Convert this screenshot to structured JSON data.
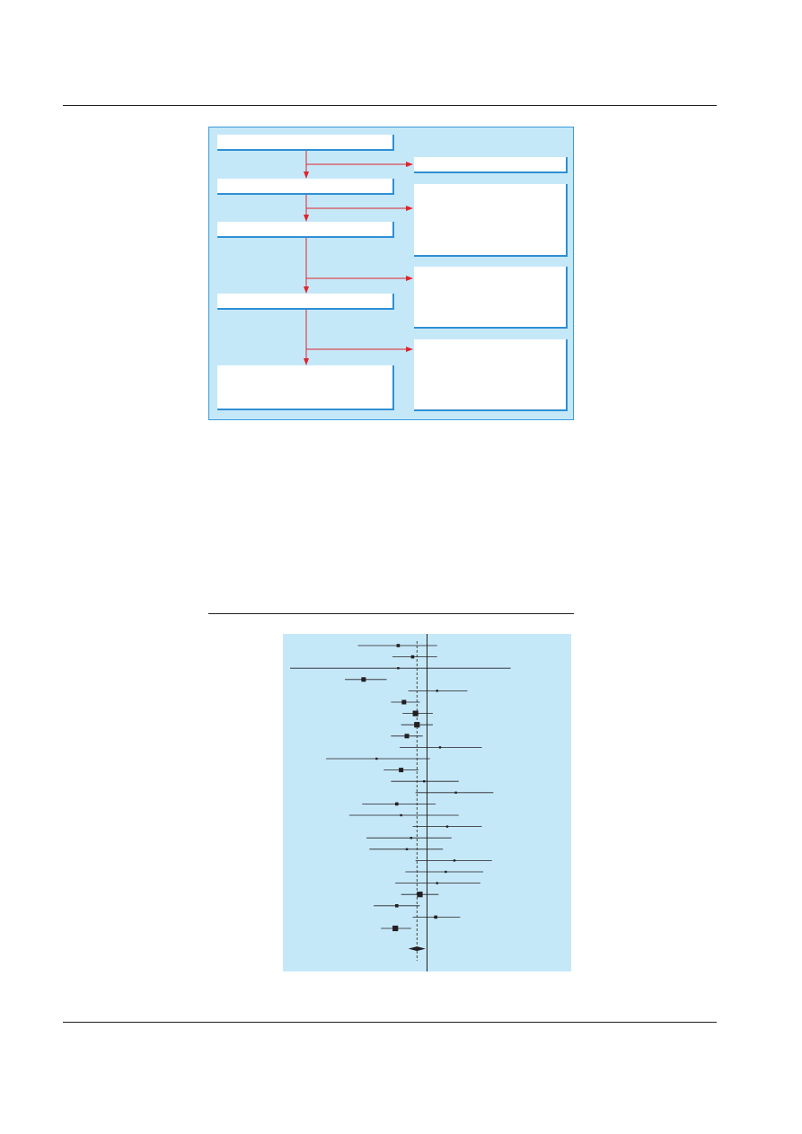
{
  "flowchart": {
    "left_boxes": [
      {
        "id": "flow-step-1",
        "text": ""
      },
      {
        "id": "flow-step-2",
        "text": ""
      },
      {
        "id": "flow-step-3",
        "text": ""
      },
      {
        "id": "flow-step-4",
        "text": ""
      },
      {
        "id": "flow-step-5",
        "text": ""
      }
    ],
    "right_boxes": [
      {
        "id": "exclusion-1",
        "text": ""
      },
      {
        "id": "exclusion-2",
        "text": ""
      },
      {
        "id": "exclusion-3",
        "text": ""
      },
      {
        "id": "exclusion-4",
        "text": ""
      }
    ],
    "arrow_color": "#e0242b",
    "panel_color": "#c5e8f9",
    "box_border_color": "#2e8fd4"
  },
  "chart_data": {
    "type": "forest",
    "reference_line": 1.0,
    "pooled_line": 0.93,
    "xlim": [
      0.0,
      2.0
    ],
    "grid": false,
    "studies": [
      {
        "est": 0.8,
        "lo": 0.52,
        "hi": 1.07,
        "weight": 2
      },
      {
        "est": 0.9,
        "lo": 0.76,
        "hi": 1.07,
        "weight": 2
      },
      {
        "est": 0.8,
        "lo": 0.05,
        "hi": 1.58,
        "weight": 1
      },
      {
        "est": 0.56,
        "lo": 0.43,
        "hi": 0.72,
        "weight": 3
      },
      {
        "est": 1.07,
        "lo": 0.87,
        "hi": 1.28,
        "weight": 1
      },
      {
        "est": 0.84,
        "lo": 0.75,
        "hi": 0.95,
        "weight": 3
      },
      {
        "est": 0.92,
        "lo": 0.83,
        "hi": 1.04,
        "weight": 4
      },
      {
        "est": 0.93,
        "lo": 0.82,
        "hi": 1.04,
        "weight": 4
      },
      {
        "est": 0.86,
        "lo": 0.75,
        "hi": 0.97,
        "weight": 3
      },
      {
        "est": 1.09,
        "lo": 0.81,
        "hi": 1.38,
        "weight": 1
      },
      {
        "est": 0.65,
        "lo": 0.3,
        "hi": 1.02,
        "weight": 1
      },
      {
        "est": 0.82,
        "lo": 0.7,
        "hi": 0.94,
        "weight": 3
      },
      {
        "est": 0.98,
        "lo": 0.75,
        "hi": 1.22,
        "weight": 1
      },
      {
        "est": 1.2,
        "lo": 0.92,
        "hi": 1.46,
        "weight": 1
      },
      {
        "est": 0.79,
        "lo": 0.55,
        "hi": 1.06,
        "weight": 2
      },
      {
        "est": 0.82,
        "lo": 0.46,
        "hi": 1.22,
        "weight": 1
      },
      {
        "est": 1.14,
        "lo": 0.9,
        "hi": 1.38,
        "weight": 1
      },
      {
        "est": 0.89,
        "lo": 0.58,
        "hi": 1.17,
        "weight": 1
      },
      {
        "est": 0.86,
        "lo": 0.6,
        "hi": 1.11,
        "weight": 1
      },
      {
        "est": 1.19,
        "lo": 0.92,
        "hi": 1.45,
        "weight": 1
      },
      {
        "est": 1.13,
        "lo": 0.85,
        "hi": 1.39,
        "weight": 1
      },
      {
        "est": 1.07,
        "lo": 0.78,
        "hi": 1.37,
        "weight": 1
      },
      {
        "est": 0.95,
        "lo": 0.82,
        "hi": 1.08,
        "weight": 4
      },
      {
        "est": 0.79,
        "lo": 0.63,
        "hi": 0.95,
        "weight": 2
      },
      {
        "est": 1.06,
        "lo": 0.9,
        "hi": 1.23,
        "weight": 2
      },
      {
        "est": 0.78,
        "lo": 0.68,
        "hi": 0.89,
        "weight": 4
      }
    ],
    "pooled": {
      "est": 0.93,
      "lo": 0.87,
      "hi": 0.99
    }
  }
}
